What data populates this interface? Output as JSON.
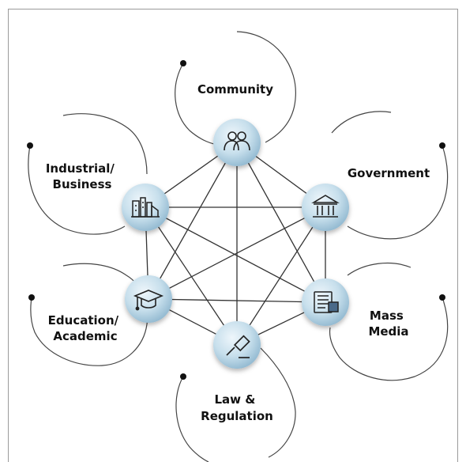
{
  "diagram": {
    "nodes": [
      {
        "id": "community",
        "label_lines": [
          "Community"
        ],
        "icon": "people-icon"
      },
      {
        "id": "government",
        "label_lines": [
          "Government"
        ],
        "icon": "building-columns-icon"
      },
      {
        "id": "mass-media",
        "label_lines": [
          "Mass",
          "Media"
        ],
        "icon": "newspaper-icon"
      },
      {
        "id": "law-regulation",
        "label_lines": [
          "Law &",
          "Regulation"
        ],
        "icon": "gavel-icon"
      },
      {
        "id": "education-academic",
        "label_lines": [
          "Education/",
          "Academic"
        ],
        "icon": "graduation-cap-icon"
      },
      {
        "id": "industrial-business",
        "label_lines": [
          "Industrial/",
          "Business"
        ],
        "icon": "factory-icon"
      }
    ],
    "connections": "all-pairs",
    "colors": {
      "node_fill_light": "#e7f2f8",
      "node_fill_dark": "#8fb7cf",
      "line": "#333333",
      "text": "#111111"
    }
  }
}
